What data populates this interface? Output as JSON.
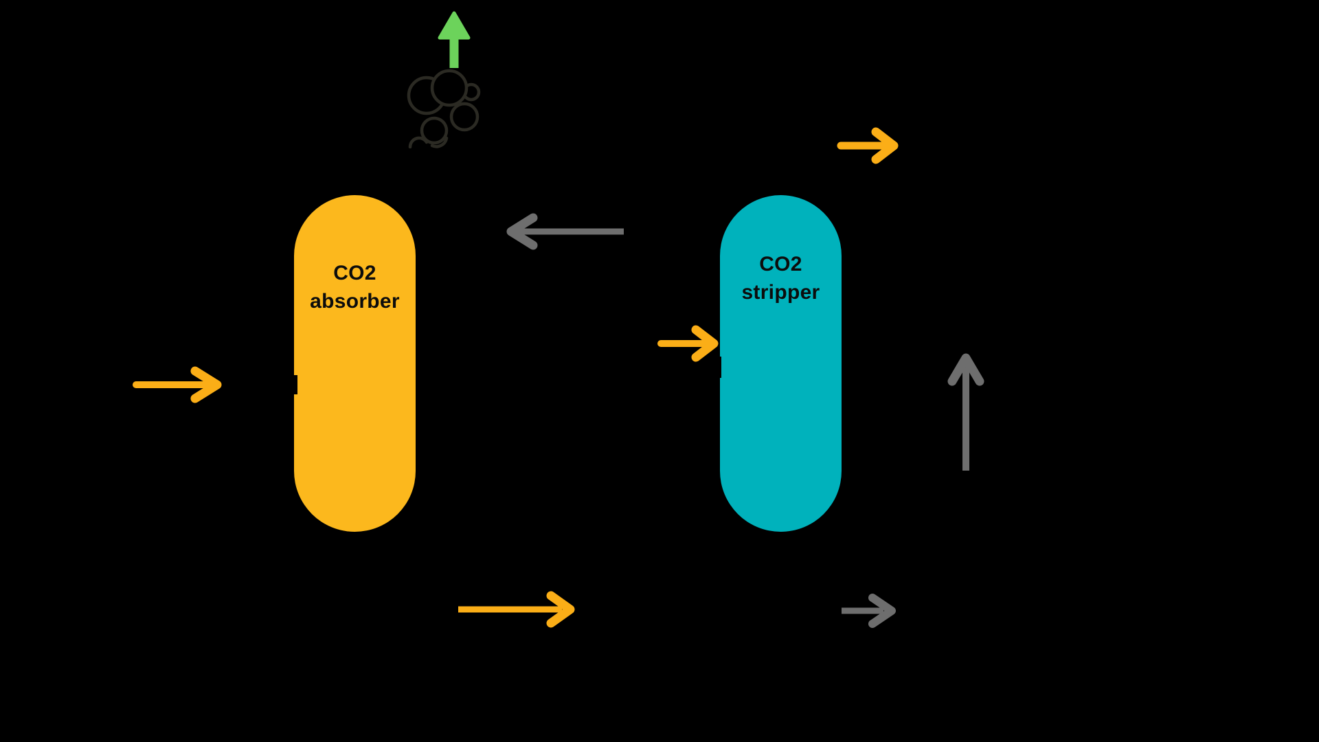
{
  "diagram": {
    "background": "#000000",
    "colors": {
      "yellow_vessel": "#FCB81D",
      "yellow_arrow": "#FBAE17",
      "teal_vessel": "#00B2BC",
      "gray_arrow": "#6E6E6E",
      "green_arrow": "#6CD35B",
      "smoke_outline": "#2B2A23",
      "label_text": "#0C0C0C",
      "notch_black": "#000000"
    },
    "absorber": {
      "title_line1": "CO2",
      "title_line2": "absorber"
    },
    "stripper": {
      "title_line1": "CO2",
      "title_line2": "stripper"
    },
    "icons": {
      "green_up_arrow": "up-arrow-icon",
      "smoke": "smoke-cloud-icon",
      "flue_inlet": "right-arrow-icon",
      "gray_return": "left-arrow-icon",
      "stripper_inlet": "right-arrow-icon",
      "top_right": "right-arrow-icon",
      "gray_up_right": "up-arrow-icon",
      "bottom_yellow": "right-arrow-icon",
      "gray_bottom_right": "right-arrow-icon"
    }
  }
}
